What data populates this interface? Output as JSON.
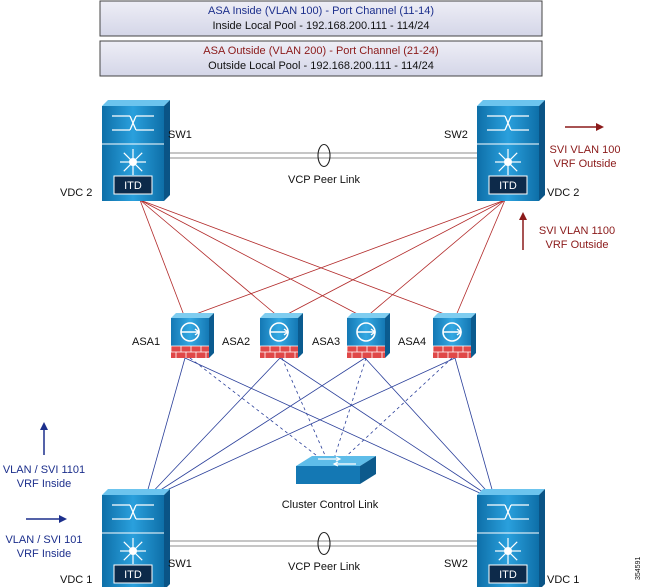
{
  "pool_boxes": {
    "inside": {
      "title": "ASA Inside (VLAN 100)  - Port Channel (11-14)",
      "pool": "Inside Local Pool - 192.168.200.111 - 114/24"
    },
    "outside": {
      "title": "ASA Outside (VLAN 200)  - Port Channel (21-24)",
      "pool": "Outside Local Pool - 192.168.200.111 - 114/24"
    }
  },
  "switches": {
    "top_left": {
      "name": "SW1",
      "vdc": "VDC 2",
      "badge": "ITD"
    },
    "top_right": {
      "name": "SW2",
      "vdc": "VDC 2",
      "badge": "ITD"
    },
    "bottom_left": {
      "name": "SW1",
      "vdc": "VDC 1",
      "badge": "ITD"
    },
    "bottom_right": {
      "name": "SW2",
      "vdc": "VDC 1",
      "badge": "ITD"
    }
  },
  "peer_links": {
    "top": "VCP Peer Link",
    "bottom": "VCP Peer Link"
  },
  "asas": [
    "ASA1",
    "ASA2",
    "ASA3",
    "ASA4"
  ],
  "cluster_link": "Cluster Control Link",
  "svi_labels": {
    "outside_vlan100": [
      "SVI VLAN 100",
      "VRF Outside"
    ],
    "outside_vlan1100": [
      "SVI VLAN 1100",
      "VRF Outside"
    ],
    "inside_1101": [
      "VLAN / SVI 1101",
      "VRF Inside"
    ],
    "inside_101": [
      "VLAN / SVI 101",
      "VRF Inside"
    ]
  },
  "figure_id": "354591",
  "colors": {
    "switch_blue": "#1f8ec8",
    "inside_blue": "#1c2f8c",
    "outside_red": "#8b1a1a",
    "box_fill": "#e0e1ef"
  }
}
